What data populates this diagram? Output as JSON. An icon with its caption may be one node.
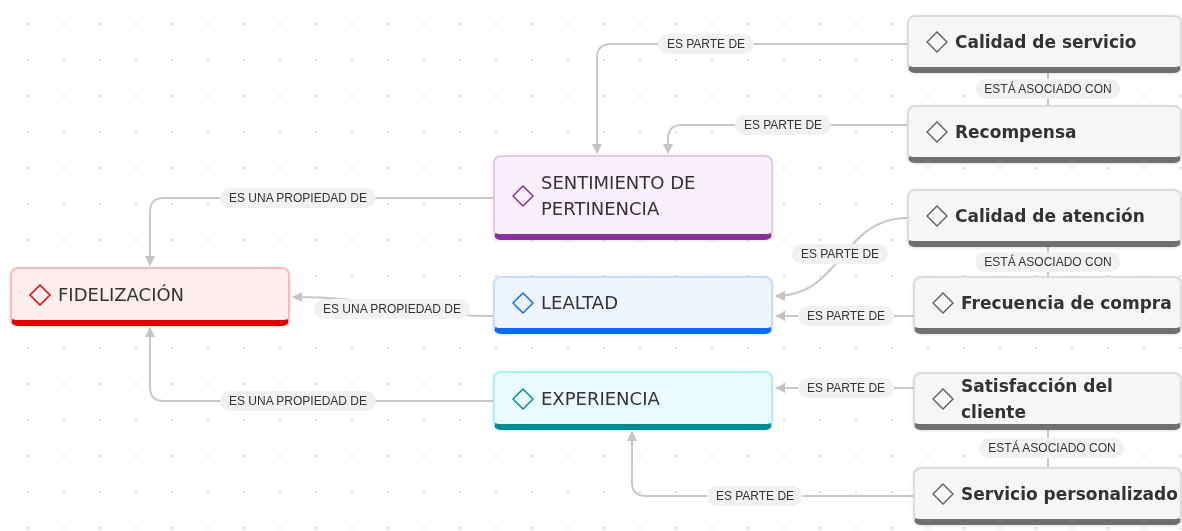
{
  "diagram": {
    "nodes": [
      {
        "text": [
          "FIDELIZACIÓN"
        ]
      },
      {
        "text": [
          "SENTIMIENTO DE PERTINENCIA"
        ]
      },
      {
        "text": [
          "LEALTAD"
        ]
      },
      {
        "text": [
          "EXPERIENCIA"
        ]
      },
      {
        "text": [
          "Calidad de servicio"
        ]
      },
      {
        "text": [
          "Recompensa"
        ]
      },
      {
        "text": [
          "Calidad de atención"
        ]
      },
      {
        "text": [
          "Frecuencia de compra"
        ]
      },
      {
        "text": [
          "Satisfacción del cliente"
        ]
      },
      {
        "text": [
          "Servicio personalizado"
        ]
      }
    ],
    "edges": [
      {
        "from": 1,
        "to": 0,
        "arrow": "to",
        "label": "ES UNA PROPIEDAD DE"
      },
      {
        "from": 2,
        "to": 0,
        "arrow": "to",
        "label": "ES UNA PROPIEDAD DE"
      },
      {
        "from": 3,
        "to": 0,
        "arrow": "to",
        "label": "ES UNA PROPIEDAD DE"
      },
      {
        "from": 4,
        "to": 1,
        "arrow": "to",
        "label": "ES PARTE DE"
      },
      {
        "from": 5,
        "to": 1,
        "arrow": "to",
        "label": "ES PARTE DE"
      },
      {
        "from": 6,
        "to": 2,
        "arrow": "to",
        "label": "ES PARTE DE"
      },
      {
        "from": 7,
        "to": 2,
        "arrow": "to",
        "label": "ES PARTE DE"
      },
      {
        "from": 8,
        "to": 3,
        "arrow": "to",
        "label": "ES PARTE DE"
      },
      {
        "from": 9,
        "to": 3,
        "arrow": "to",
        "label": "ES PARTE DE"
      },
      {
        "from": 4,
        "to": 5,
        "arrow": "none",
        "label": "ESTÁ ASOCIADO CON"
      },
      {
        "from": 6,
        "to": 7,
        "arrow": "none",
        "label": "ESTÁ ASOCIADO CON"
      },
      {
        "from": 8,
        "to": 9,
        "arrow": "none",
        "label": "ESTÁ ASOCIADO CON"
      }
    ]
  }
}
